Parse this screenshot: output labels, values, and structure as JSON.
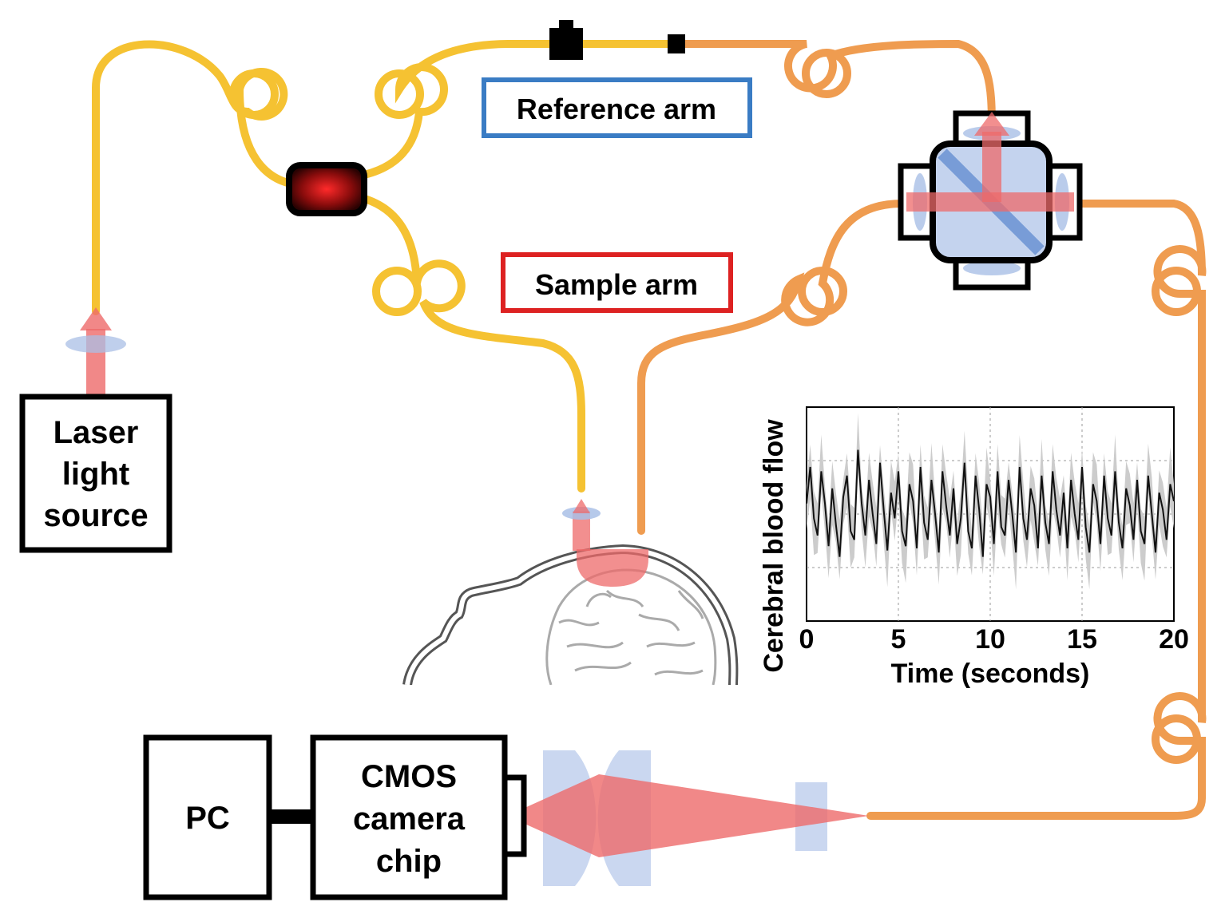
{
  "labels": {
    "laser": [
      "Laser",
      "light",
      "source"
    ],
    "reference_arm": "Reference arm",
    "sample_arm": "Sample arm",
    "pc": "PC",
    "camera": [
      "CMOS",
      "camera",
      "chip"
    ]
  },
  "colors": {
    "fiber_yellow": "#f5c232",
    "fiber_orange": "#ef9c50",
    "beam_red": "#ee6a6a",
    "lens_blue": "#c4d3ee",
    "reference_box": "#3a7cc4",
    "sample_box": "#dd2222",
    "coupler_glow": "#e02020"
  },
  "chart_data": {
    "type": "line",
    "title": "",
    "xlabel": "Time (seconds)",
    "ylabel": "Cerebral blood flow",
    "xlim": [
      0,
      20
    ],
    "xticks": [
      "0",
      "5",
      "10",
      "15",
      "20"
    ],
    "grid": true,
    "series": [
      {
        "style": "mean",
        "x": [
          0,
          0.2,
          0.4,
          0.6,
          0.8,
          1.0,
          1.2,
          1.4,
          1.6,
          1.8,
          2.0,
          2.2,
          2.4,
          2.6,
          2.8,
          3.0,
          3.2,
          3.4,
          3.6,
          3.8,
          4.0,
          4.2,
          4.4,
          4.6,
          4.8,
          5.0,
          5.2,
          5.4,
          5.6,
          5.8,
          6.0,
          6.2,
          6.4,
          6.6,
          6.8,
          7.0,
          7.2,
          7.4,
          7.6,
          7.8,
          8.0,
          8.2,
          8.4,
          8.6,
          8.8,
          9.0,
          9.2,
          9.4,
          9.6,
          9.8,
          10.0,
          10.2,
          10.4,
          10.6,
          10.8,
          11.0,
          11.2,
          11.4,
          11.6,
          11.8,
          12.0,
          12.2,
          12.4,
          12.6,
          12.8,
          13.0,
          13.2,
          13.4,
          13.6,
          13.8,
          14.0,
          14.2,
          14.4,
          14.6,
          14.8,
          15.0,
          15.2,
          15.4,
          15.6,
          15.8,
          16.0,
          16.2,
          16.4,
          16.6,
          16.8,
          17.0,
          17.2,
          17.4,
          17.6,
          17.8,
          18.0,
          18.2,
          18.4,
          18.6,
          18.8,
          19.0,
          19.2,
          19.4,
          19.6,
          19.8,
          20.0
        ],
        "values": [
          0.55,
          0.72,
          0.48,
          0.4,
          0.7,
          0.55,
          0.35,
          0.62,
          0.45,
          0.3,
          0.58,
          0.68,
          0.42,
          0.38,
          0.8,
          0.55,
          0.4,
          0.66,
          0.5,
          0.36,
          0.74,
          0.52,
          0.33,
          0.6,
          0.48,
          0.7,
          0.42,
          0.35,
          0.64,
          0.56,
          0.34,
          0.72,
          0.46,
          0.38,
          0.66,
          0.5,
          0.32,
          0.7,
          0.54,
          0.4,
          0.62,
          0.36,
          0.48,
          0.74,
          0.42,
          0.34,
          0.68,
          0.52,
          0.3,
          0.64,
          0.58,
          0.36,
          0.7,
          0.44,
          0.4,
          0.66,
          0.5,
          0.32,
          0.72,
          0.48,
          0.38,
          0.62,
          0.54,
          0.34,
          0.68,
          0.46,
          0.36,
          0.7,
          0.52,
          0.4,
          0.6,
          0.34,
          0.66,
          0.5,
          0.38,
          0.72,
          0.44,
          0.32,
          0.64,
          0.56,
          0.36,
          0.68,
          0.48,
          0.4,
          0.7,
          0.46,
          0.34,
          0.62,
          0.54,
          0.38,
          0.66,
          0.42,
          0.36,
          0.68,
          0.5,
          0.32,
          0.6,
          0.52,
          0.38,
          0.64,
          0.56
        ]
      }
    ]
  }
}
